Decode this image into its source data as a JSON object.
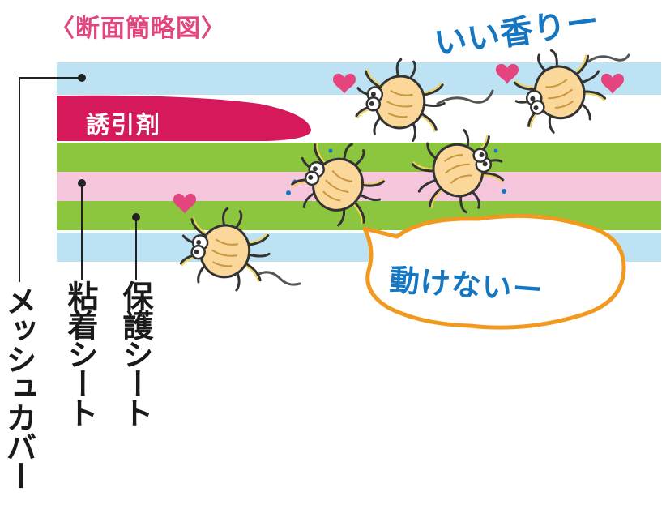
{
  "diagram": {
    "title": "〈断面簡略図〉",
    "attractant_label": "誘引剤",
    "speech_smell": "いい香りー",
    "speech_stuck": "動けないー",
    "layer_labels": {
      "mesh_cover": "メッシュカバー",
      "adhesive_sheet": "粘着シート",
      "protective_sheet": "保護シート"
    },
    "colors": {
      "title": "#e2457f",
      "mesh_blue": "#bde2f3",
      "adhesive_pink": "#f6c6dc",
      "protect_green": "#8cc63f",
      "attractant": "#d6195b",
      "speech_text": "#1577c2",
      "bubble_border": "#f29a1f",
      "heart": "#e4457e",
      "mite_body": "#fbd79a"
    },
    "icons": [
      "heart-icon",
      "mite-icon",
      "speech-bubble-icon"
    ]
  }
}
